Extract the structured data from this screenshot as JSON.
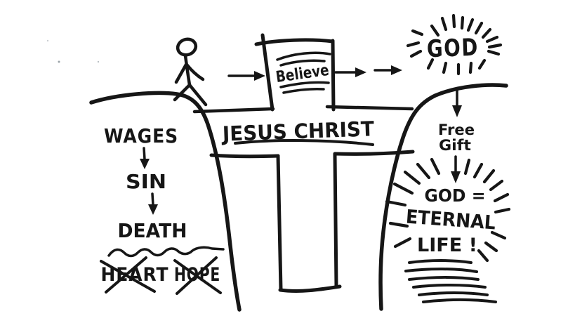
{
  "colors": {
    "ink": "#161616",
    "background": "#ffffff"
  },
  "left_cliff": {
    "wages": "WAGES",
    "sin": "SIN",
    "death": "DEATH",
    "heart": "HEART",
    "hope": "HOPE"
  },
  "bridge": {
    "believe": "Believe",
    "jesus_christ": "JESUS CHRIST"
  },
  "right_cliff": {
    "god": "GOD",
    "free_gift_line1": "Free",
    "free_gift_line2": "Gift",
    "equation_line1": "GOD =",
    "equation_line2": "ETERNAL",
    "equation_line3": "LIFE !"
  }
}
